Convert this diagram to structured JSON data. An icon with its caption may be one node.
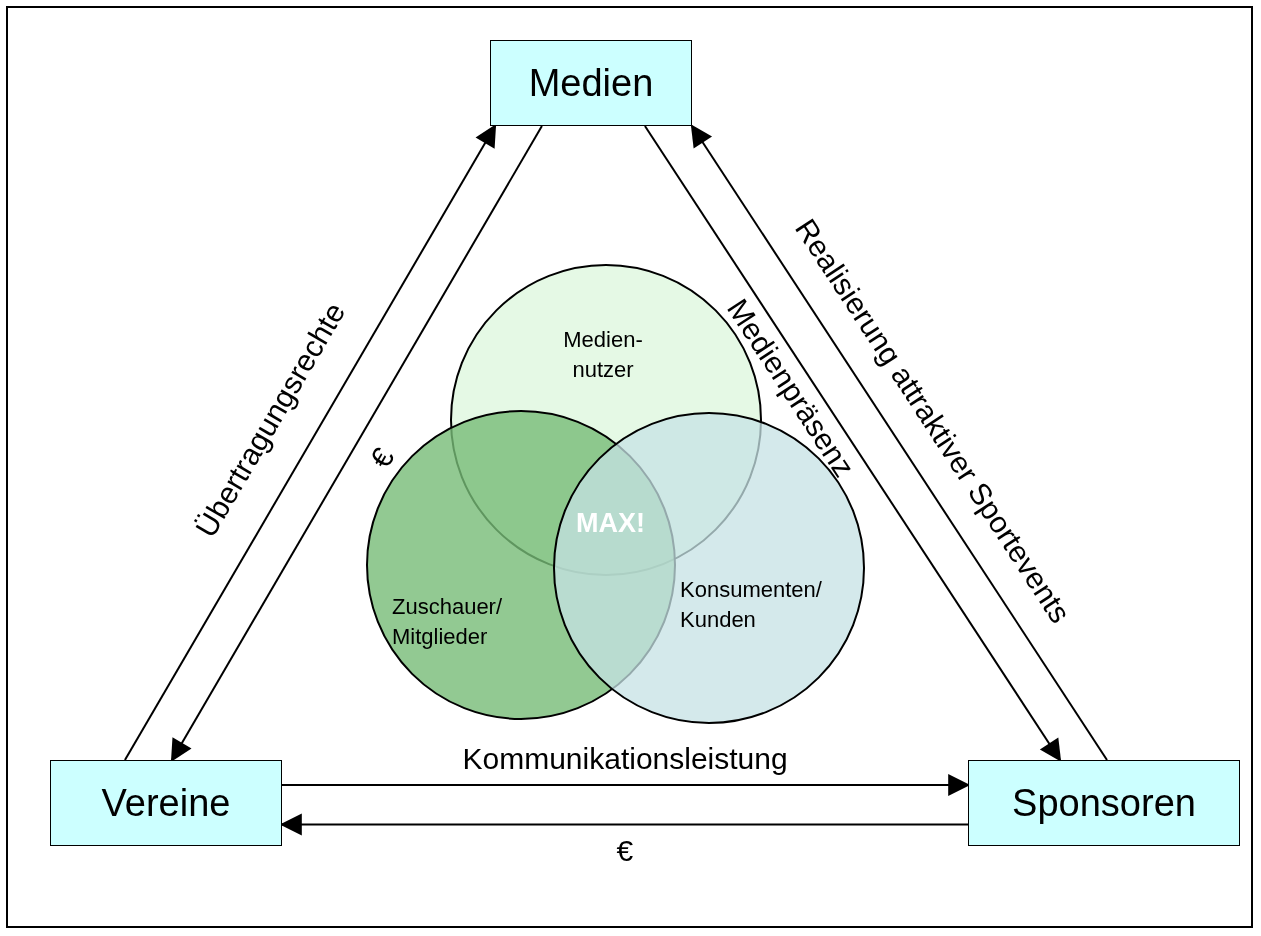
{
  "diagram": {
    "nodes": [
      {
        "text": [
          "Medien"
        ]
      },
      {
        "text": [
          "Vereine"
        ]
      },
      {
        "text": [
          "Sponsoren"
        ]
      },
      {
        "text": [
          "Medien- nutzer"
        ]
      },
      {
        "text": [
          "Zuschauer/ Mitglieder"
        ]
      },
      {
        "text": [
          "Konsumenten/ Kunden"
        ]
      }
    ],
    "edges": [
      {
        "from": 1,
        "to": 0,
        "arrow": "to",
        "label": "Übertragungsrechte"
      },
      {
        "from": 0,
        "to": 1,
        "arrow": "to",
        "label": "€"
      },
      {
        "from": 2,
        "to": 0,
        "arrow": "to",
        "label": "Realisierung attraktiver Sportevents"
      },
      {
        "from": 0,
        "to": 2,
        "arrow": "to",
        "label": "Medienpräsenz"
      },
      {
        "from": 1,
        "to": 2,
        "arrow": "to",
        "label": "Kommunikationsleistung"
      },
      {
        "from": 2,
        "to": 1,
        "arrow": "to",
        "label": "€"
      }
    ],
    "labels": [
      "MAX!"
    ]
  }
}
